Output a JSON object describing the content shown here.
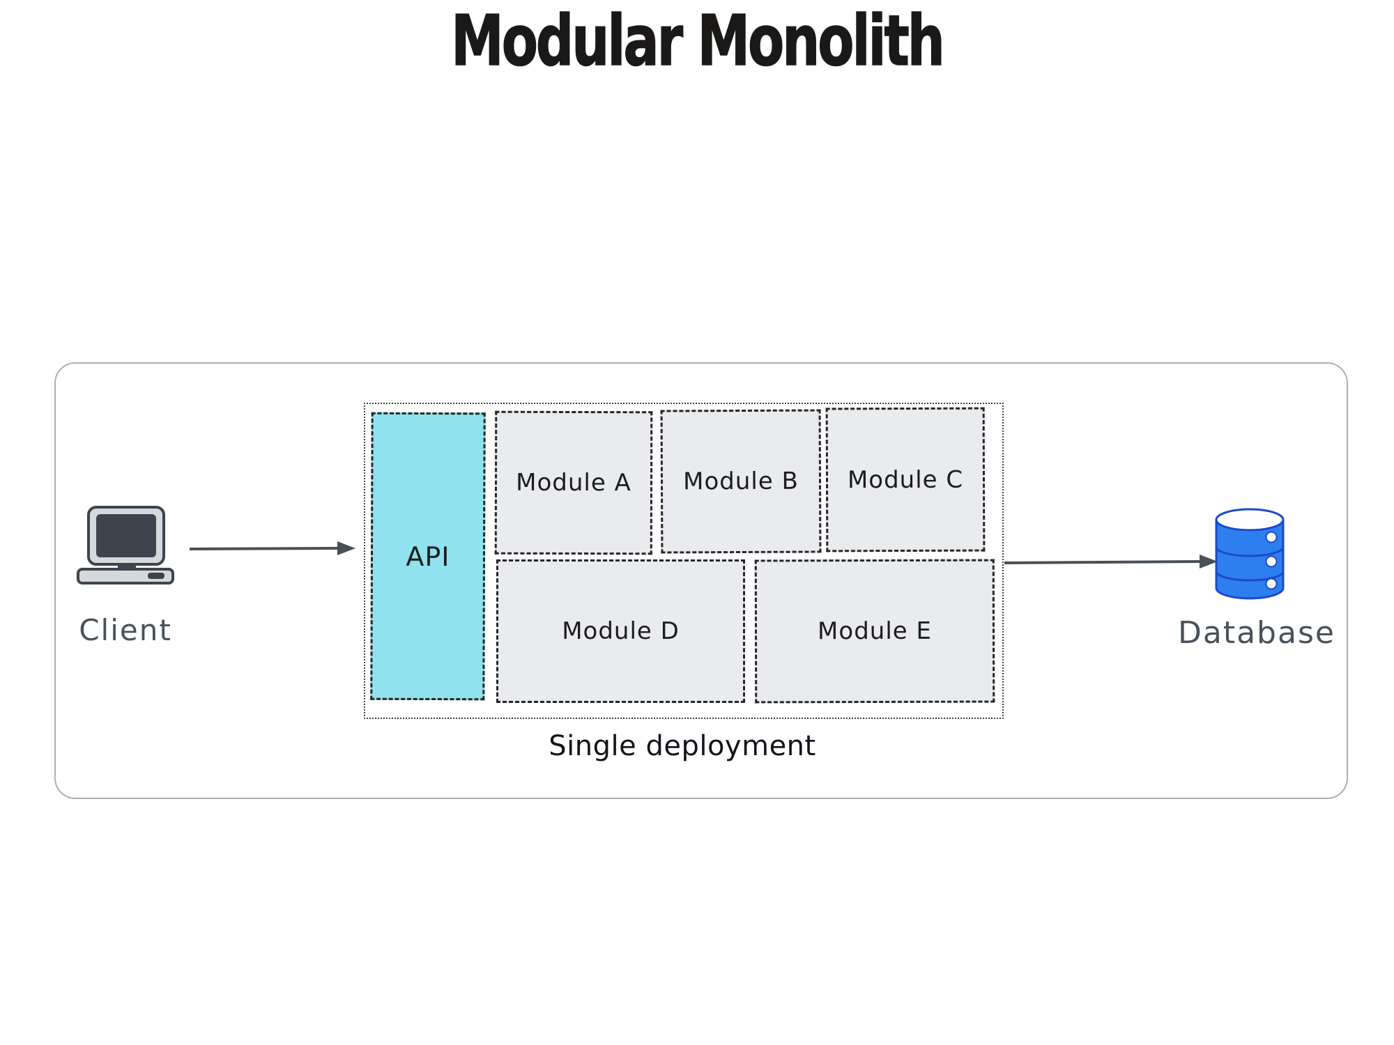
{
  "title": "Modular Monolith",
  "client": {
    "label": "Client"
  },
  "database": {
    "label": "Database"
  },
  "deployment": {
    "caption": "Single deployment",
    "api_label": "API",
    "modules": [
      {
        "label": "Module A"
      },
      {
        "label": "Module B"
      },
      {
        "label": "Module C"
      },
      {
        "label": "Module D"
      },
      {
        "label": "Module E"
      }
    ]
  },
  "colors": {
    "api_fill": "#8fe2ee",
    "module_fill": "#e9ebee",
    "box_border": "#262626",
    "container_dots": "#3f3f3f",
    "outer_border": "#a9b0b6",
    "arrow": "#495057",
    "title_text": "#1b1918",
    "caption_text": "#14141b",
    "label_gray": "#49525a",
    "db_fill": "#2d7ff0",
    "db_outline": "#1c49c9",
    "screen_dark": "#3d444d",
    "device_light": "#d6d9dc"
  }
}
